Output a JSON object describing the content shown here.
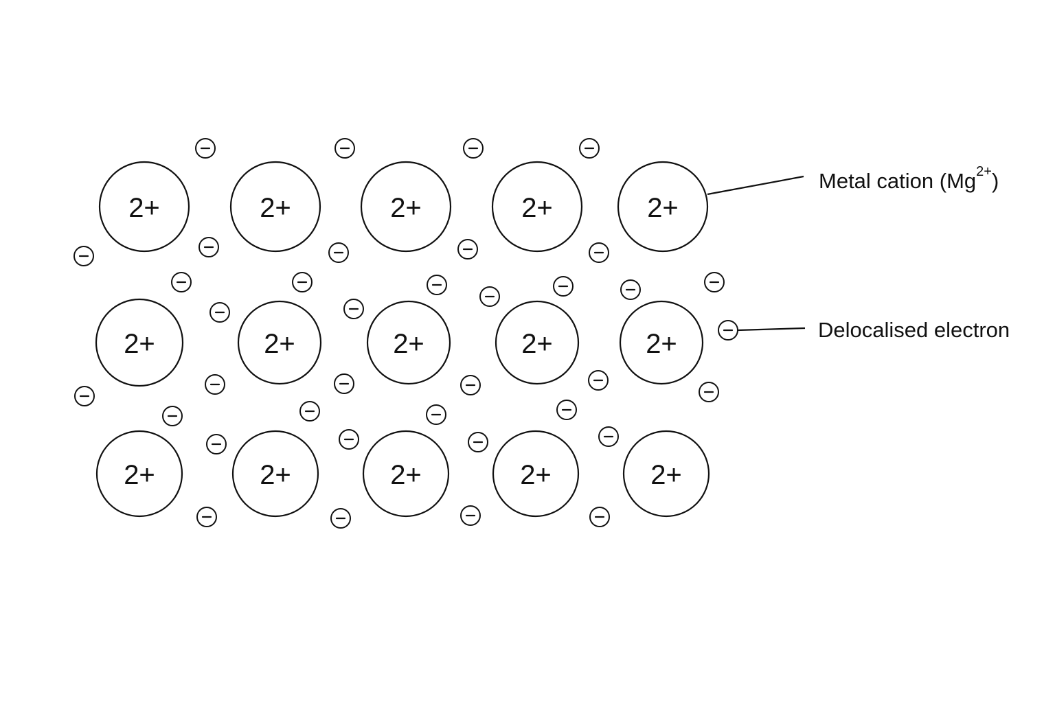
{
  "diagram": {
    "cation_charge": "2+",
    "cation_rows": 3,
    "cation_cols": 5,
    "electron_symbol": "minus",
    "labels": {
      "cation": {
        "text": "Metal cation (Mg",
        "sup": "2+",
        "close": ")"
      },
      "electron": {
        "text": "Delocalised electron"
      }
    },
    "colors": {
      "stroke": "#111111",
      "background": "#ffffff"
    }
  }
}
